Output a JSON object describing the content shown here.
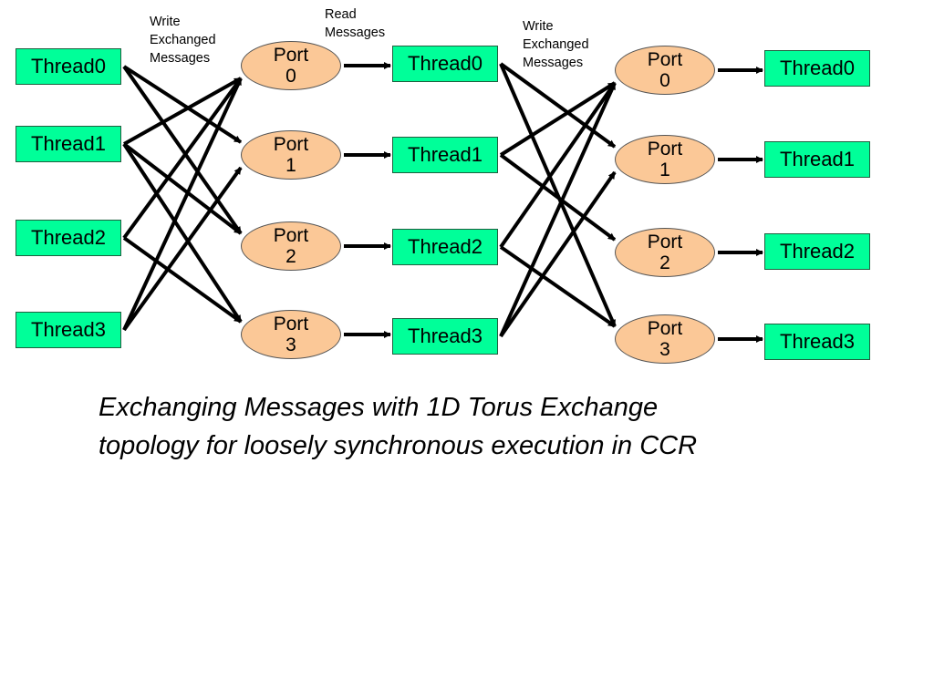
{
  "diagram": {
    "labels": {
      "write_1": [
        "Write",
        "Exchanged",
        "Messages"
      ],
      "read": [
        "Read",
        "Messages"
      ],
      "write_2": [
        "Write",
        "Exchanged",
        "Messages"
      ]
    },
    "columns": {
      "threads_1": [
        "Thread0",
        "Thread1",
        "Thread2",
        "Thread3"
      ],
      "ports_1": [
        [
          "Port",
          "0"
        ],
        [
          "Port",
          "1"
        ],
        [
          "Port",
          "2"
        ],
        [
          "Port",
          "3"
        ]
      ],
      "threads_2": [
        "Thread0",
        "Thread1",
        "Thread2",
        "Thread3"
      ],
      "ports_2": [
        [
          "Port",
          "0"
        ],
        [
          "Port",
          "1"
        ],
        [
          "Port",
          "2"
        ],
        [
          "Port",
          "3"
        ]
      ],
      "threads_3": [
        "Thread0",
        "Thread1",
        "Thread2",
        "Thread3"
      ]
    },
    "connections": {
      "write_exchange_1": [
        [
          0,
          1
        ],
        [
          0,
          2
        ],
        [
          1,
          0
        ],
        [
          1,
          2
        ],
        [
          1,
          3
        ],
        [
          2,
          0
        ],
        [
          2,
          3
        ],
        [
          3,
          0
        ],
        [
          3,
          1
        ]
      ],
      "write_exchange_2": [
        [
          0,
          1
        ],
        [
          0,
          3
        ],
        [
          1,
          0
        ],
        [
          1,
          2
        ],
        [
          2,
          0
        ],
        [
          2,
          3
        ],
        [
          3,
          0
        ],
        [
          3,
          1
        ]
      ],
      "read": [
        [
          0,
          0
        ],
        [
          1,
          1
        ],
        [
          2,
          2
        ],
        [
          3,
          3
        ]
      ]
    }
  },
  "caption": {
    "line1": "Exchanging Messages with 1D Torus Exchange",
    "line2": "topology for  loosely synchronous execution in CCR"
  }
}
